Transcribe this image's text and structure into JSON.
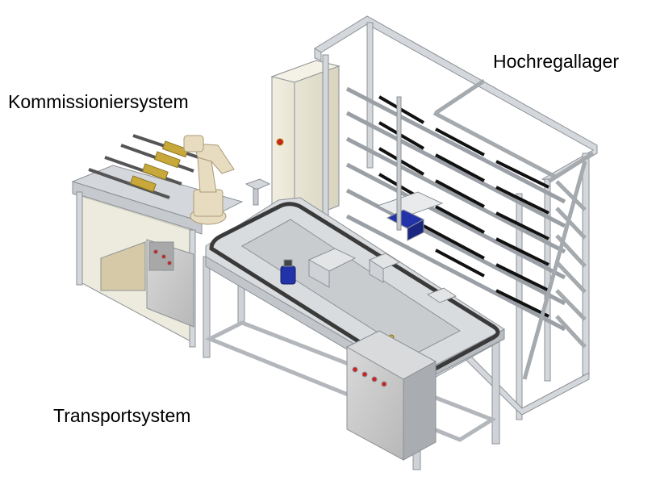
{
  "labels": {
    "hochregallager": "Hochregallager",
    "kommissioniersystem": "Kommissioniersystem",
    "transportsystem": "Transportsystem"
  },
  "colors": {
    "frame": "#d4d7db",
    "frame_edge": "#8c9196",
    "cabinet": "#e9e6d6",
    "panel_gray": "#c9c9c9",
    "robot": "#e8dcc0",
    "rack_slot": "#111111",
    "belt": "#3a3a3a",
    "accent_blue": "#2233aa",
    "estop_red": "#cc2222"
  }
}
